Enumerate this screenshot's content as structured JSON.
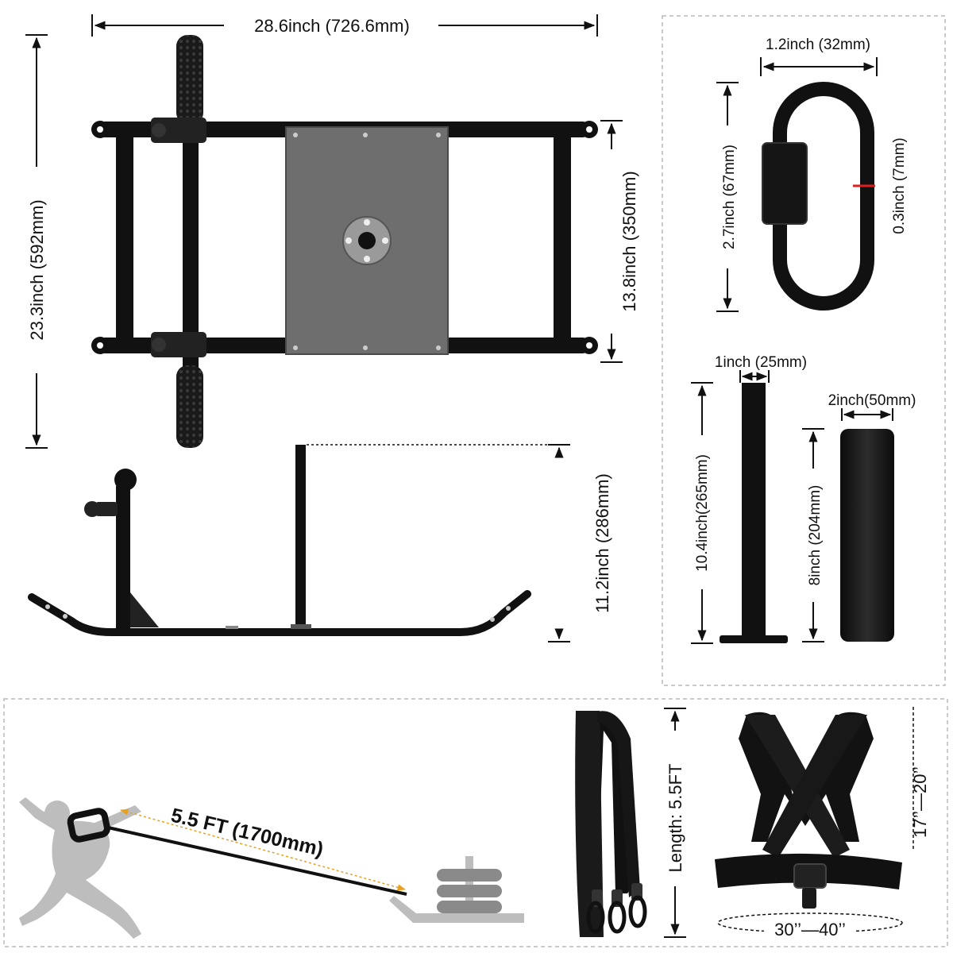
{
  "sled_top": {
    "width_label": "28.6inch (726.6mm)",
    "length_label": "23.3inch (592mm)",
    "inner_width_label": "13.8inch (350mm)"
  },
  "sled_side": {
    "height_label": "11.2inch (286mm)"
  },
  "quick_link": {
    "width_label": "1.2inch (32mm)",
    "height_label": "2.7inch (67mm)",
    "thickness_label": "0.3inch (7mm)"
  },
  "post": {
    "diameter_label": "1inch (25mm)",
    "height_label": "10.4inch(265mm)"
  },
  "sleeve": {
    "diameter_label": "2inch(50mm)",
    "height_label": "8inch (204mm)"
  },
  "strap": {
    "length_label": "Length: 5.5FT"
  },
  "usage": {
    "distance_label": "5.5 FT (1700mm)"
  },
  "harness": {
    "strap_range_label": "17’’—20’’",
    "waist_range_label": "30’’—40’’"
  },
  "colors": {
    "metal": "#111111",
    "plate": "#6e6e6e",
    "silhouette": "#bdbdbd",
    "accent": "#e8a020"
  }
}
